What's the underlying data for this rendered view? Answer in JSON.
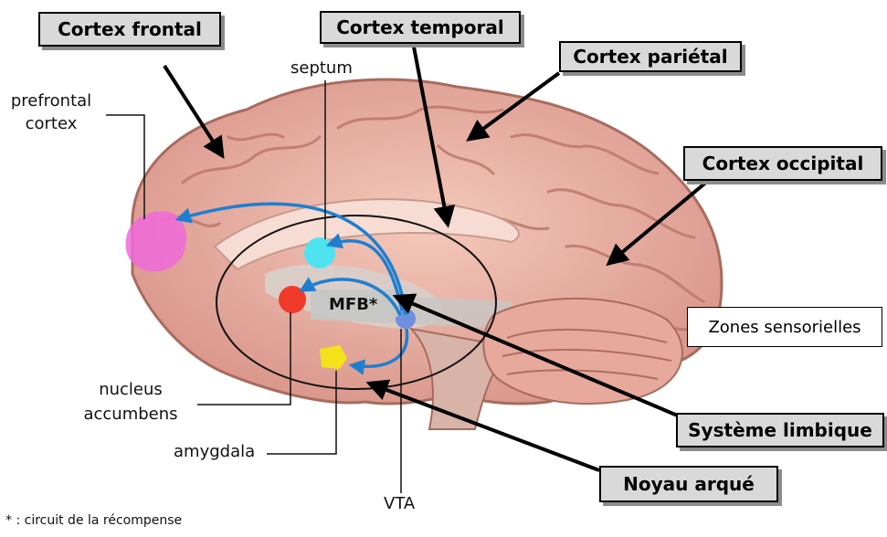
{
  "lobes": {
    "frontal": "Cortex frontal",
    "temporal": "Cortex temporal",
    "parietal": "Cortex pariétal",
    "occipital": "Cortex occipital"
  },
  "regions": {
    "prefrontal": [
      "prefrontal",
      "cortex"
    ],
    "septum": "septum",
    "mfb": "MFB*",
    "nucleus_accumbens": [
      "nucleus",
      "accumbens"
    ],
    "amygdala": "amygdala",
    "vta": "VTA"
  },
  "boxes": {
    "zones_sensorielles": "Zones sensorielles",
    "systeme_limbique": "Système limbique",
    "noyau_arque": "Noyau arqué"
  },
  "footnote": "* : circuit de la récompense",
  "colors": {
    "brain_fill": "#e9b3a4",
    "brain_outline": "#a86b5e",
    "pathway_arrow": "#1e7fd0",
    "prefrontal": "#f06ad9",
    "septum": "#4fe3f0",
    "nucleus_accumbens": "#f03a2a",
    "amygdala": "#f3e21a",
    "vta": "#6f8fe0"
  }
}
